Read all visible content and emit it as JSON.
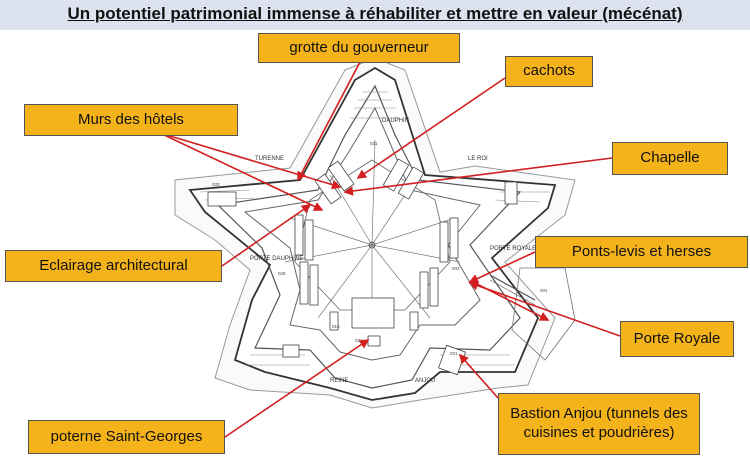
{
  "title": "Un potentiel patrimonial immense à réhabiliter et mettre en valeur (mécénat)",
  "callouts": {
    "grotte": "grotte du gouverneur",
    "cachots": "cachots",
    "murs": "Murs des hôtels",
    "chapelle": "Chapelle",
    "eclairage": "Eclairage architectural",
    "ponts": "Ponts-levis et herses",
    "porte_royale": "Porte Royale",
    "bastion_anjou": "Bastion Anjou (tunnels des cuisines et poudrières)",
    "poterne": "poterne Saint-Georges"
  },
  "map_labels": {
    "dauphin": "DAUPHIN",
    "turenne": "TURENNE",
    "le_roi": "LE ROI",
    "porte_dauphine": "PORTE DAUPHINE",
    "porte_royale": "PORTE ROYALE",
    "reine": "REINE",
    "anjou": "ANJOU"
  },
  "colors": {
    "callout": "#f5b31b",
    "arrow": "#d21f1f",
    "title_bar": "#dde3ee"
  }
}
